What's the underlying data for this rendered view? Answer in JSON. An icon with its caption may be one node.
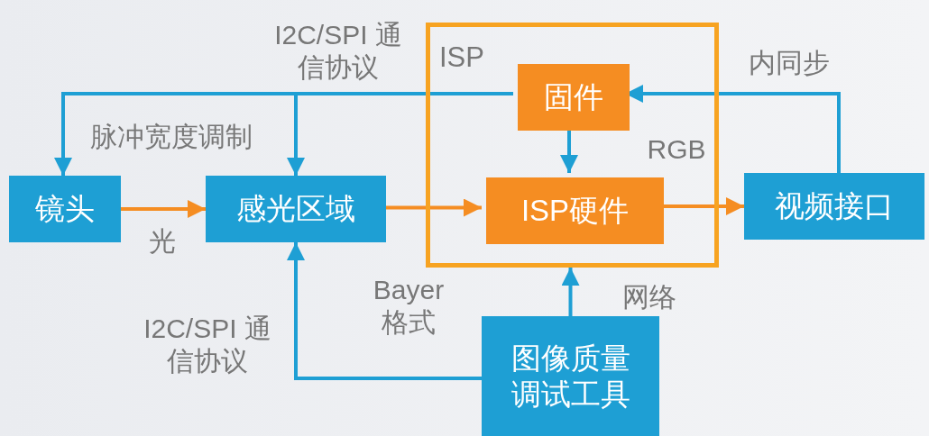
{
  "diagram": {
    "nodes": [
      {
        "text": [
          "镜头"
        ]
      },
      {
        "text": [
          "感光区域"
        ]
      },
      {
        "text": [
          "ISP"
        ]
      },
      {
        "text": [
          "固件"
        ],
        "in": 2
      },
      {
        "text": [
          "ISP硬件"
        ],
        "in": 2
      },
      {
        "text": [
          "视频接口"
        ]
      },
      {
        "text": [
          "图像质量调试工具"
        ]
      }
    ],
    "edges": [
      {
        "from": 0,
        "to": 1,
        "arrow": "to",
        "label": "光",
        "color": "#f58d22"
      },
      {
        "from": 1,
        "to": 4,
        "arrow": "to",
        "label": "Bayer 格式",
        "color": "#f58d22"
      },
      {
        "from": 4,
        "to": 5,
        "arrow": "to",
        "label": "RGB",
        "color": "#f58d22"
      },
      {
        "from": 3,
        "to": 0,
        "arrow": "to",
        "label": "脉冲宽度调制"
      },
      {
        "from": 3,
        "to": 1,
        "arrow": "to",
        "label": "I2C/SPI 通信协议"
      },
      {
        "from": 3,
        "to": 4,
        "arrow": "to"
      },
      {
        "from": 5,
        "to": 3,
        "arrow": "to",
        "label": "内同步"
      },
      {
        "from": 6,
        "to": 2,
        "arrow": "to",
        "label": "网络"
      },
      {
        "from": 6,
        "to": 1,
        "arrow": "to",
        "label": "I2C/SPI 通信协议"
      }
    ]
  }
}
